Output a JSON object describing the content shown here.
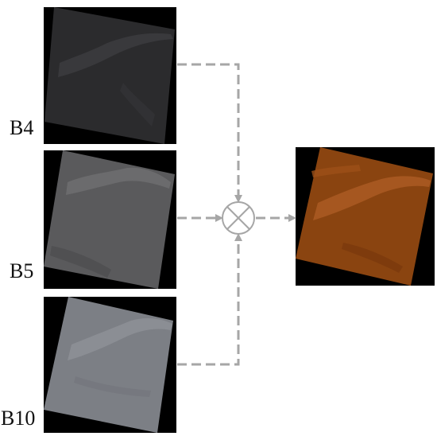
{
  "bands": [
    {
      "id": "b4",
      "label": "B4",
      "tile_color": "#2b2b2d",
      "texture_color": "#3b3b3e"
    },
    {
      "id": "b5",
      "label": "B5",
      "tile_color": "#5a5a5c",
      "texture_color": "#6e6e70"
    },
    {
      "id": "b10",
      "label": "B10",
      "tile_color": "#7c7f85",
      "texture_color": "#8e9197"
    }
  ],
  "output": {
    "tile_color": "#8a4410",
    "texture_color": "#a85a22"
  },
  "operator": {
    "symbol": "multiply",
    "icon": "circled-times-icon"
  },
  "colors": {
    "background": "#ffffff",
    "image_frame": "#000000",
    "connector": "#a6a6a6",
    "label_text": "#111111"
  }
}
